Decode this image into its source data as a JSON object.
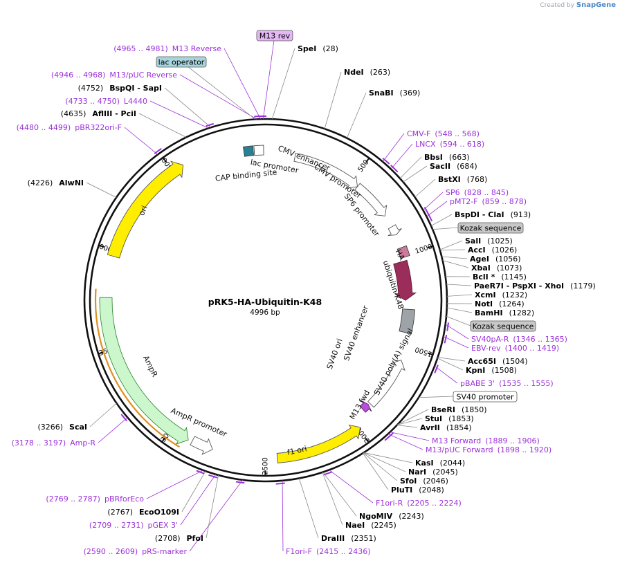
{
  "credit": {
    "prefix": "Created by",
    "brand": "SnapGene"
  },
  "plasmid": {
    "name": "pRK5-HA-Ubiquitin-K48",
    "size_label": "4996 bp",
    "length": 4996
  },
  "ticks": [
    "500",
    "1000",
    "1500",
    "2000",
    "2500",
    "3000",
    "3500",
    "4000",
    "4500"
  ],
  "boxed_labels": [
    {
      "text": "M13 rev",
      "style": "primer",
      "fill": "#e5b8f5"
    },
    {
      "text": "lac operator",
      "style": "feature",
      "fill": "#a8d4dd"
    },
    {
      "text": "Kozak sequence",
      "style": "feature",
      "fill": "#c8c8c8"
    },
    {
      "text": "Kozak sequence",
      "style": "feature",
      "fill": "#c8c8c8"
    },
    {
      "text": "SV40 promoter",
      "style": "plain",
      "fill": "#ffffff"
    }
  ],
  "sites": [
    {
      "kind": "enzyme",
      "name": "SpeI",
      "pos": "(28)"
    },
    {
      "kind": "enzyme",
      "name": "NdeI",
      "pos": "(263)"
    },
    {
      "kind": "enzyme",
      "name": "SnaBI",
      "pos": "(369)"
    },
    {
      "kind": "primer",
      "name": "CMV-F",
      "pos": "(548 .. 568)"
    },
    {
      "kind": "primer",
      "name": "LNCX",
      "pos": "(594 .. 618)"
    },
    {
      "kind": "enzyme",
      "name": "BbsI",
      "pos": "(663)"
    },
    {
      "kind": "enzyme",
      "name": "SacII",
      "pos": "(684)"
    },
    {
      "kind": "enzyme",
      "name": "BstXI",
      "pos": "(768)"
    },
    {
      "kind": "primer",
      "name": "SP6",
      "pos": "(828 .. 845)"
    },
    {
      "kind": "primer",
      "name": "pMT2-F",
      "pos": "(859 .. 878)"
    },
    {
      "kind": "enzyme",
      "name": "BspDI",
      "suffix": " - ClaI",
      "pos": "(913)"
    },
    {
      "kind": "enzyme",
      "name": "SalI",
      "pos": "(1025)"
    },
    {
      "kind": "enzyme",
      "name": "AccI",
      "pos": "(1026)"
    },
    {
      "kind": "enzyme",
      "name": "AgeI",
      "pos": "(1056)"
    },
    {
      "kind": "enzyme",
      "name": "XbaI",
      "pos": "(1073)"
    },
    {
      "kind": "enzyme",
      "name": "BclI *",
      "pos": "(1145)"
    },
    {
      "kind": "enzyme",
      "name": "PaeR7I",
      "suffix": " - PspXI  - XhoI",
      "pos": "(1179)"
    },
    {
      "kind": "enzyme",
      "name": "XcmI",
      "pos": "(1232)"
    },
    {
      "kind": "enzyme",
      "name": "NotI",
      "pos": "(1264)"
    },
    {
      "kind": "enzyme",
      "name": "BamHI",
      "pos": "(1282)"
    },
    {
      "kind": "primer",
      "name": "SV40pA-R",
      "pos": "(1346 .. 1365)"
    },
    {
      "kind": "primer",
      "name": "EBV-rev",
      "pos": "(1400 .. 1419)"
    },
    {
      "kind": "enzyme",
      "name": "Acc65I",
      "pos": "(1504)"
    },
    {
      "kind": "enzyme",
      "name": "KpnI",
      "pos": "(1508)"
    },
    {
      "kind": "primer",
      "name": "pBABE 3'",
      "pos": "(1535 .. 1555)"
    },
    {
      "kind": "enzyme",
      "name": "BseRI",
      "pos": "(1850)"
    },
    {
      "kind": "enzyme",
      "name": "StuI",
      "pos": "(1853)"
    },
    {
      "kind": "enzyme",
      "name": "AvrII",
      "pos": "(1854)"
    },
    {
      "kind": "primer",
      "name": "M13 Forward",
      "pos": "(1889 .. 1906)"
    },
    {
      "kind": "primer",
      "name": "M13/pUC Forward",
      "pos": "(1898 .. 1920)"
    },
    {
      "kind": "enzyme",
      "name": "KasI",
      "pos": "(2044)"
    },
    {
      "kind": "enzyme",
      "name": "NarI",
      "pos": "(2045)"
    },
    {
      "kind": "enzyme",
      "name": "SfoI",
      "pos": "(2046)"
    },
    {
      "kind": "enzyme",
      "name": "PluTI",
      "pos": "(2048)"
    },
    {
      "kind": "primer",
      "name": "F1ori-R",
      "pos": "(2205 .. 2224)"
    },
    {
      "kind": "enzyme",
      "name": "NgoMIV",
      "pos": "(2243)"
    },
    {
      "kind": "enzyme",
      "name": "NaeI",
      "pos": "(2245)"
    },
    {
      "kind": "enzyme",
      "name": "DraIII",
      "pos": "(2351)"
    },
    {
      "kind": "primer",
      "name": "F1ori-F",
      "pos": "(2415 .. 2436)"
    },
    {
      "kind": "primer",
      "name": "pRS-marker",
      "pos": "(2590 .. 2609)"
    },
    {
      "kind": "enzyme",
      "name": "PfoI",
      "pos": "(2708)"
    },
    {
      "kind": "primer",
      "name": "pGEX 3'",
      "pos": "(2709 .. 2731)"
    },
    {
      "kind": "enzyme",
      "name": "EcoO109I",
      "pos": "(2767)"
    },
    {
      "kind": "primer",
      "name": "pBRforEco",
      "pos": "(2769 .. 2787)"
    },
    {
      "kind": "primer",
      "name": "Amp-R",
      "pos": "(3178 .. 3197)"
    },
    {
      "kind": "enzyme",
      "name": "ScaI",
      "pos": "(3266)"
    },
    {
      "kind": "enzyme",
      "name": "AlwNI",
      "pos": "(4226)"
    },
    {
      "kind": "primer",
      "name": "pBR322ori-F",
      "pos": "(4480 .. 4499)"
    },
    {
      "kind": "enzyme",
      "name": "AflIII",
      "suffix": " - PciI",
      "pos": "(4635)"
    },
    {
      "kind": "primer",
      "name": "L4440",
      "pos": "(4733 .. 4750)"
    },
    {
      "kind": "enzyme",
      "name": "BspQI",
      "suffix": " - SapI",
      "pos": "(4752)"
    },
    {
      "kind": "primer",
      "name": "M13/pUC Reverse",
      "pos": "(4946 .. 4968)"
    },
    {
      "kind": "primer",
      "name": "M13 Reverse",
      "pos": "(4965 .. 4981)"
    }
  ],
  "features": [
    {
      "name": "CMV enhancer",
      "color": "#ffffff"
    },
    {
      "name": "CMV promoter",
      "color": "#ffffff"
    },
    {
      "name": "SP6 promoter",
      "color": "#ffffff"
    },
    {
      "name": "HA",
      "color": "#c97b99"
    },
    {
      "name": "ubiquitin-K48",
      "color": "#9b2d5a"
    },
    {
      "name": "SV40 poly(A) signal",
      "color": "#9ea3a8"
    },
    {
      "name": "SV40 enhancer",
      "color": "#ffffff"
    },
    {
      "name": "SV40 ori",
      "color": "#ffee00"
    },
    {
      "name": "M13 fwd",
      "color": "#b84fd8"
    },
    {
      "name": "f1 ori",
      "color": "#ffee00"
    },
    {
      "name": "AmpR promoter",
      "color": "#ffffff"
    },
    {
      "name": "AmpR",
      "color": "#ccf7cc"
    },
    {
      "name": "ori",
      "color": "#ffee00"
    },
    {
      "name": "lac promoter",
      "color": "#ffffff"
    },
    {
      "name": "CAP binding site",
      "color": "#2a7f93"
    }
  ],
  "colors": {
    "backbone": "#111111",
    "primer": "#9b30d9",
    "leader": "#888888",
    "amp_outline": "#e08e20"
  }
}
